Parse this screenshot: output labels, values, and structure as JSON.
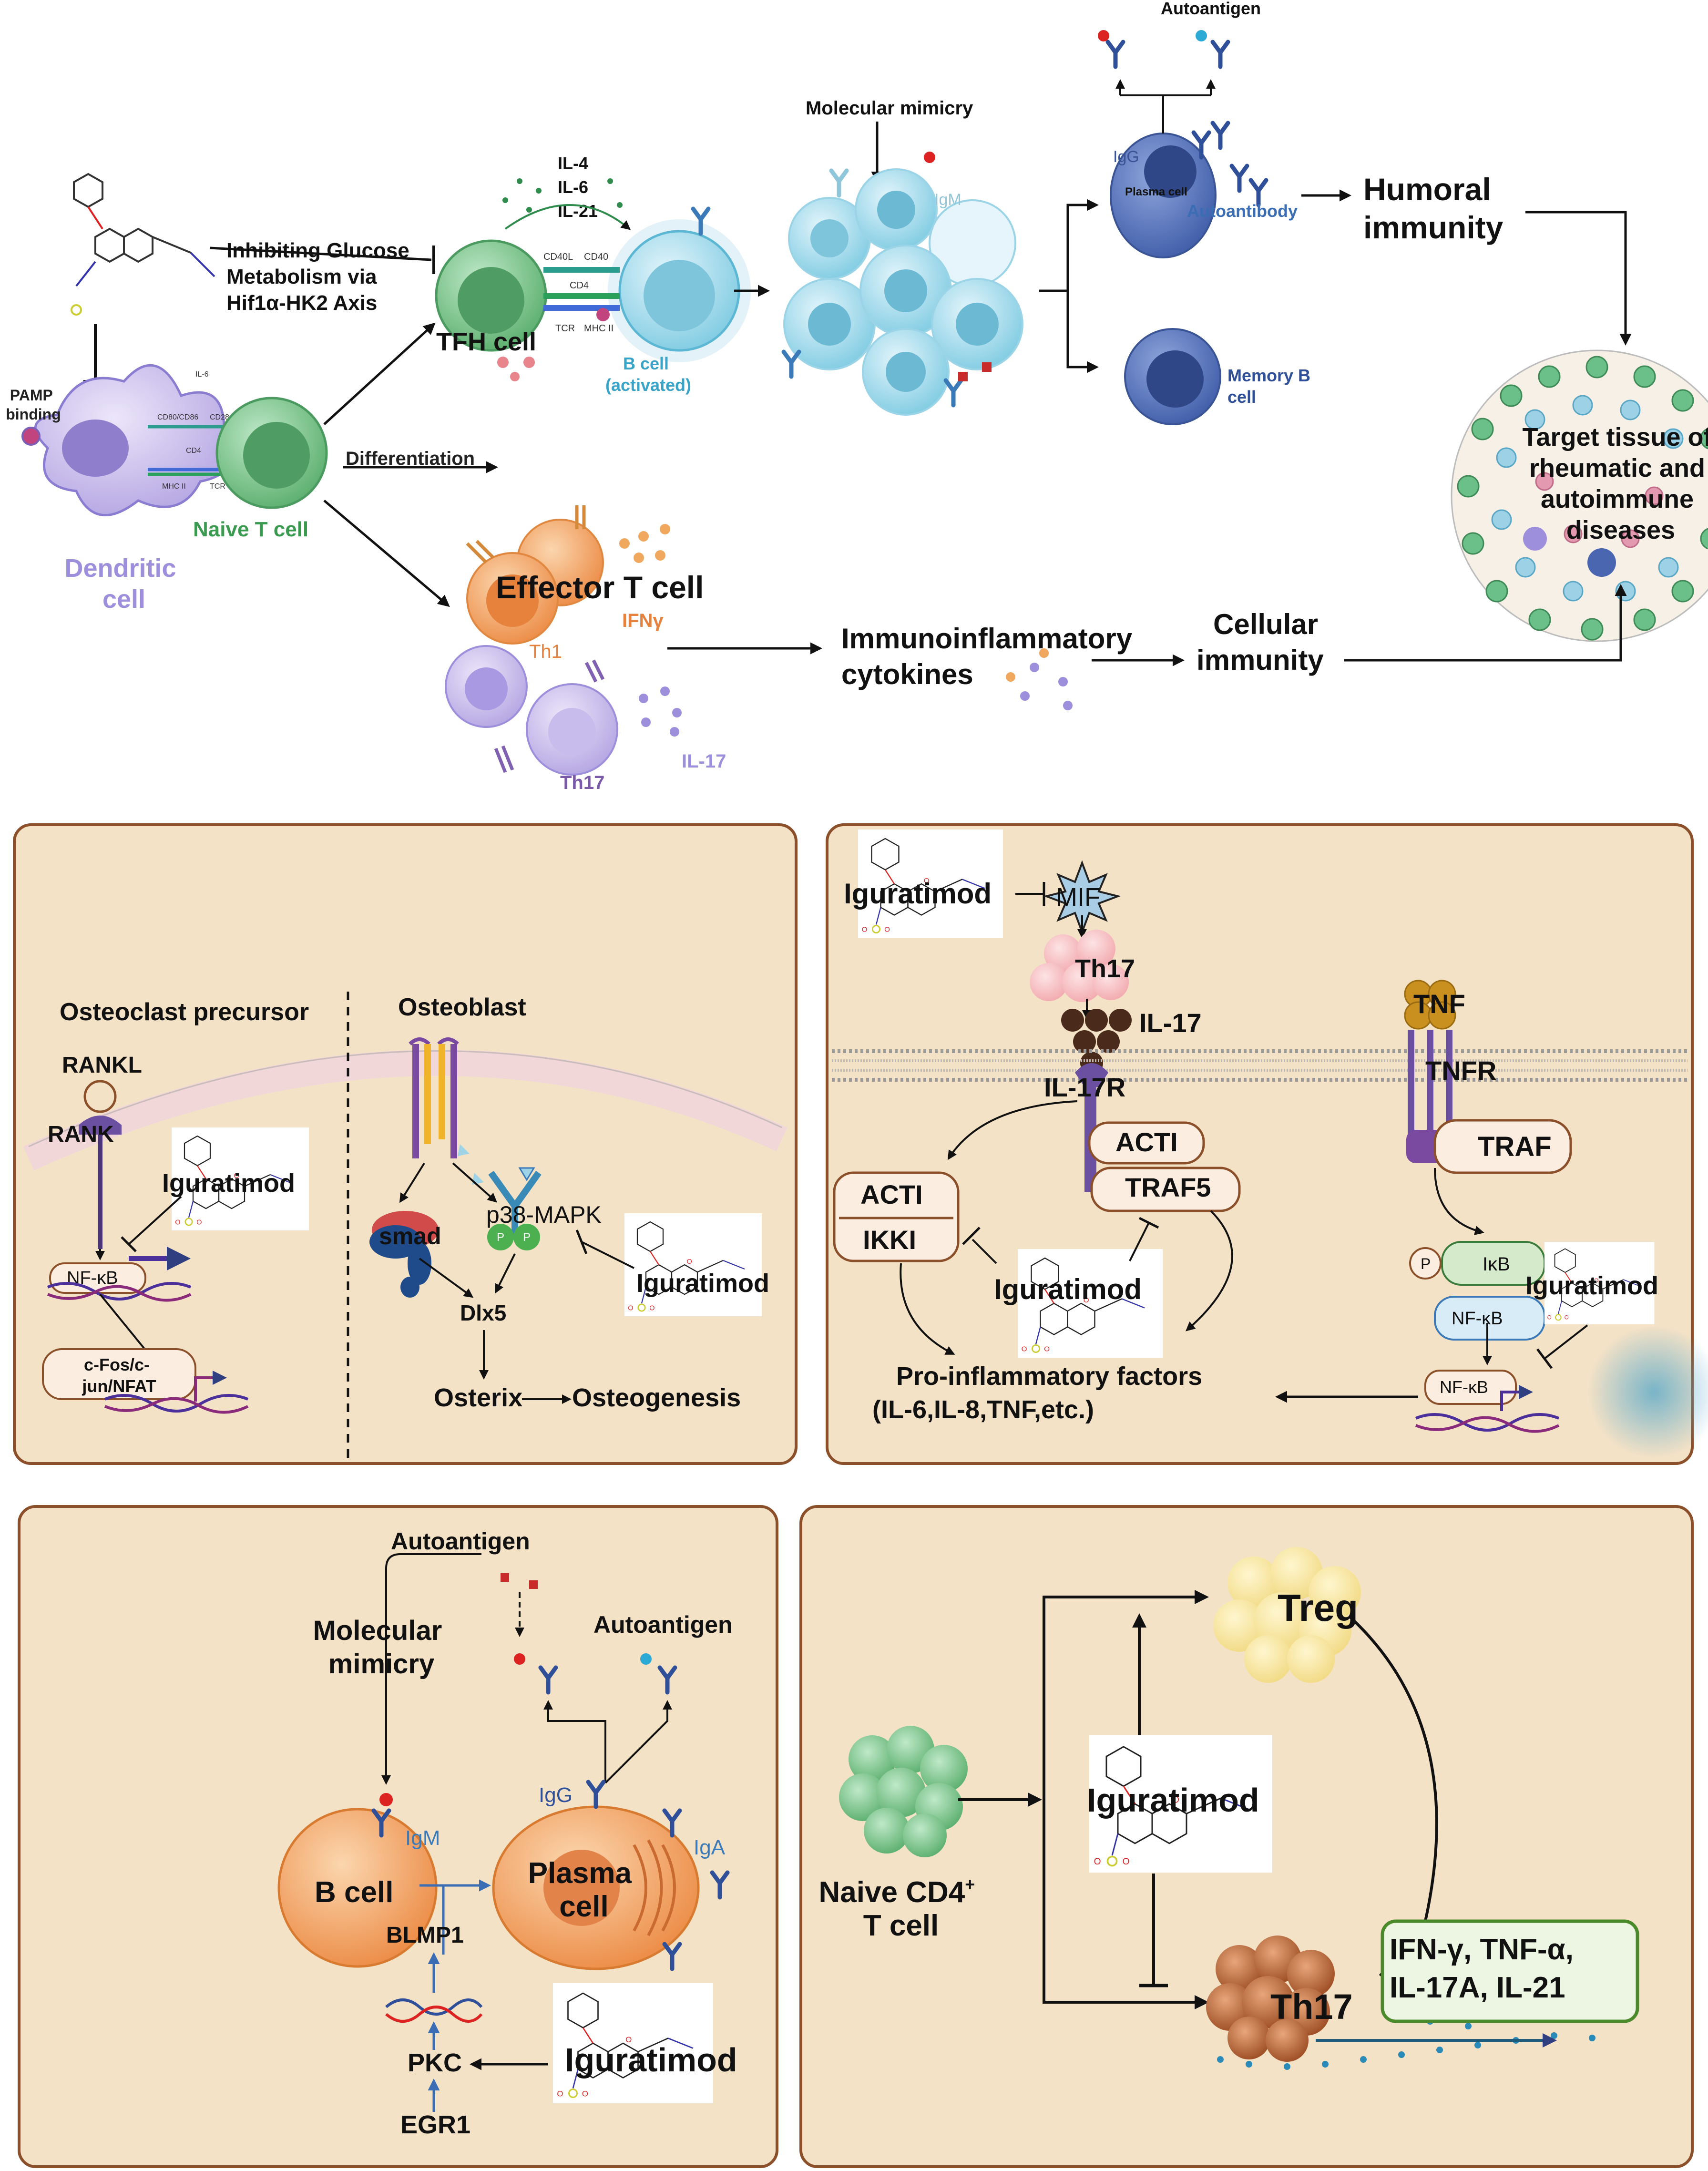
{
  "overview": {
    "inhibit_glucose": [
      "Inhibiting Glucose",
      "Metabolism via",
      "Hif1α-HK2 Axis"
    ],
    "pamp": [
      "PAMP",
      "binding"
    ],
    "dendritic_cell": [
      "Dendritic",
      "cell"
    ],
    "naive_t_cell": "Naive T cell",
    "differentiation": "Differentiation",
    "tfh_cell": "TFH cell",
    "cytokines_tfh": [
      "IL-4",
      "IL-6",
      "IL-21"
    ],
    "b_cell_activated": [
      "B cell",
      "(activated)"
    ],
    "receptor_labels": [
      "CD40L",
      "CD40",
      "CD4",
      "TCR",
      "MHC II"
    ],
    "dc_receptor_labels": [
      "IL-6",
      "CD80/CD86",
      "CD28",
      "CD4",
      "MHC II",
      "TCR"
    ],
    "molecular_mimicry": "Molecular mimicry",
    "igm": "IgM",
    "autoantigen": "Autoantigen",
    "igg": "IgG",
    "plasma_cell": "Plasma cell",
    "autoantibody": "Autoantibody",
    "humoral_immunity": [
      "Humoral",
      "immunity"
    ],
    "memory_b_cell": [
      "Memory B",
      "cell"
    ],
    "target_tissue": [
      "Target tissue of",
      "rheumatic and",
      "autoimmune",
      "diseases"
    ],
    "effector_t_cell": "Effector T cell",
    "ifng": "IFNγ",
    "th1": "Th1",
    "th17": "Th17",
    "il17": "IL-17",
    "immunoinflammatory": [
      "Immunoinflammatory",
      "cytokines"
    ],
    "cellular_immunity": [
      "Cellular",
      "immunity"
    ]
  },
  "panel_bone": {
    "osteoclast_precursor": "Osteoclast precursor",
    "osteoblast": "Osteoblast",
    "rankl": "RANKL",
    "rank": "RANK",
    "iguratimod": "Iguratimod",
    "nfkb": "NF-κB",
    "cfos": [
      "c-Fos/c-",
      "jun/NFAT"
    ],
    "smad": "smad",
    "p38": "p38-MAPK",
    "dlx5": "Dlx5",
    "osterix": "Osterix",
    "osteogenesis": "Osteogenesis",
    "p": "P"
  },
  "panel_signal": {
    "iguratimod": "Iguratimod",
    "mif": "MIF",
    "th17": "Th17",
    "il17": "IL-17",
    "il17r": "IL-17R",
    "acti": "ACTI",
    "traf5": "TRAF5",
    "ikki": "IKKI",
    "tnf": "TNF",
    "tnfr": "TNFR",
    "traf": "TRAF",
    "p": "P",
    "ikb": "IκB",
    "nfkb": "NF-κB",
    "pro_inflammatory": [
      "Pro-inflammatory factors",
      "(IL-6,IL-8,TNF,etc.)"
    ]
  },
  "panel_bcell": {
    "autoantigen_top": "Autoantigen",
    "molecular_mimicry": [
      "Molecular",
      "mimicry"
    ],
    "autoantigen_right": "Autoantigen",
    "igg": "IgG",
    "igm": "IgM",
    "iga": "IgA",
    "b_cell": "B cell",
    "plasma_cell": [
      "Plasma",
      "cell"
    ],
    "blmp1": "BLMP1",
    "pkc": "PKC",
    "egr1": "EGR1",
    "iguratimod": "Iguratimod"
  },
  "panel_treg": {
    "treg": "Treg",
    "naive_cd4": [
      "Naive CD4",
      "+",
      "T cell"
    ],
    "iguratimod": "Iguratimod",
    "th17": "Th17",
    "cytokines": [
      "IFN-γ, TNF-α,",
      "IL-17A, IL-21"
    ]
  },
  "colors": {
    "panel_bg": "#f4e2c7",
    "panel_border": "#8b4f2a",
    "dc_purple": "#9d8fdc",
    "naive_green": "#6fbf82",
    "b_cell_blue": "#6cc3de",
    "th1_orange": "#f1a05a",
    "th17_purple": "#b7a5e0",
    "plasma_blue": "#4b66b0"
  }
}
